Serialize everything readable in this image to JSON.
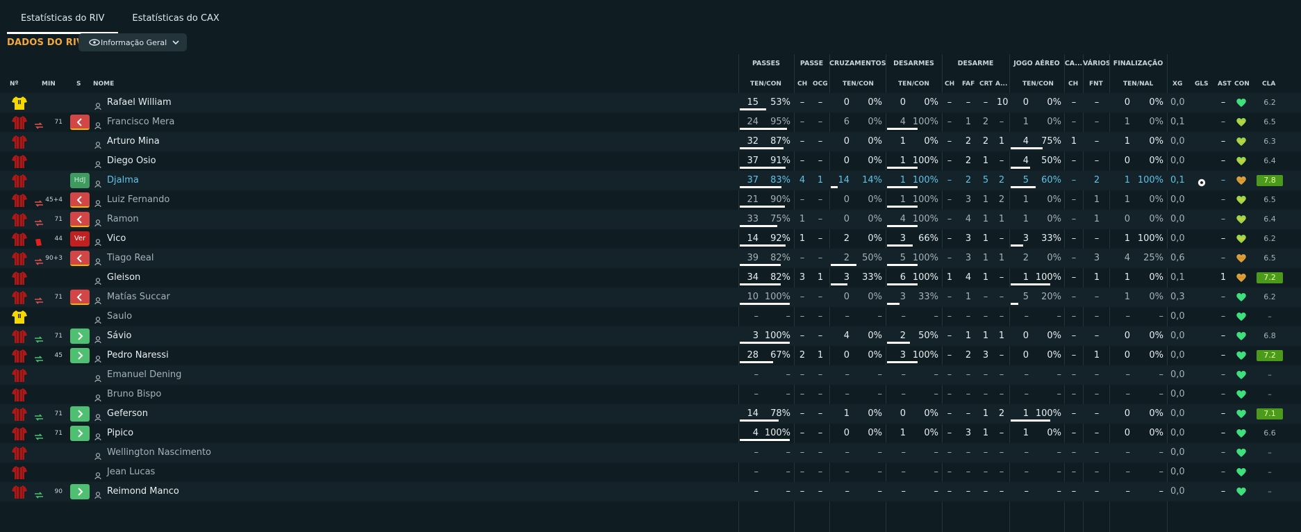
{
  "tabs": [
    {
      "label": "Estatísticas do RIV",
      "active": true
    },
    {
      "label": "Estatísticas do CAX",
      "active": false
    }
  ],
  "section_title": "DADOS DO RIV",
  "view_selector": {
    "label": "Informação Geral"
  },
  "groups": [
    {
      "label": "PASSES",
      "col": "passes"
    },
    {
      "label": "PASSE",
      "col": "passe"
    },
    {
      "label": "CRUZAMENTOS",
      "col": "cruz"
    },
    {
      "label": "DESARMES",
      "col": "desarmes"
    },
    {
      "label": "DESARME",
      "col": "desarme"
    },
    {
      "label": "JOGO AÉREO",
      "col": "aereo"
    },
    {
      "label": "CA...",
      "col": "ca"
    },
    {
      "label": "VÁRIOS",
      "col": "varios"
    },
    {
      "label": "FINALIZAÇÃO",
      "col": "final"
    }
  ],
  "columns": {
    "no": "Nº",
    "min": "MIN",
    "s": "S",
    "nome": "NOME",
    "passes": "TEN/CON",
    "passe_ch": "CH",
    "passe_ocg": "OCG",
    "cruz": "TEN/CON",
    "desarmes": "TEN/CON",
    "des_ch": "CH",
    "des_faf": "FAF",
    "des_crt": "CRT",
    "des_a": "A...",
    "aereo": "TEN/CON",
    "ca_ch": "CH",
    "fnt": "FNT",
    "final": "TEN/NAL",
    "xg": "XG",
    "gls": "GLS",
    "ast": "AST",
    "con": "CON",
    "cla": "CLA"
  },
  "colors": {
    "accent": "#f3a83a",
    "background": "#0f1d23",
    "rating_good": "#4c9a1b",
    "heart": "#3de07a",
    "highlight": "#5fc4e6"
  },
  "players": [
    {
      "name": "Rafael William",
      "kit": "gk",
      "sub": "",
      "minute": "",
      "badge": "",
      "active": true,
      "hl": false,
      "passes": [
        "15",
        "53%"
      ],
      "passes_fill": 0.53,
      "p_ch": "–",
      "p_ocg": "–",
      "cruz": [
        "0",
        "0%"
      ],
      "cruz_fill": 0,
      "des": [
        "0",
        "0%"
      ],
      "des_fill": 0,
      "d_ch": "–",
      "d_faf": "–",
      "d_crt": "–",
      "d_a": "10",
      "aereo": [
        "0",
        "0%"
      ],
      "aereo_fill": 0,
      "ca_ch": "–",
      "fnt": "–",
      "final": [
        "0",
        "0%"
      ],
      "xg": "0,0",
      "gls": "",
      "ast": "–",
      "con": "good",
      "cla": "6.2",
      "cla_good": false
    },
    {
      "name": "Francisco Mera",
      "kit": "field",
      "sub": "out",
      "minute": "71",
      "badge": "out",
      "active": false,
      "hl": false,
      "passes": [
        "24",
        "95%"
      ],
      "passes_fill": 0.95,
      "p_ch": "–",
      "p_ocg": "–",
      "cruz": [
        "6",
        "0%"
      ],
      "cruz_fill": 0,
      "des": [
        "4",
        "100%"
      ],
      "des_fill": 0.6,
      "d_ch": "–",
      "d_faf": "1",
      "d_crt": "2",
      "d_a": "–",
      "aereo": [
        "1",
        "0%"
      ],
      "aereo_fill": 0,
      "ca_ch": "–",
      "fnt": "–",
      "final": [
        "1",
        "0%"
      ],
      "xg": "0,1",
      "gls": "",
      "ast": "–",
      "con": "ok",
      "cla": "6.5",
      "cla_good": false
    },
    {
      "name": "Arturo Mina",
      "kit": "field",
      "sub": "",
      "minute": "",
      "badge": "",
      "active": true,
      "hl": false,
      "passes": [
        "32",
        "87%"
      ],
      "passes_fill": 0.87,
      "p_ch": "–",
      "p_ocg": "–",
      "cruz": [
        "0",
        "0%"
      ],
      "cruz_fill": 0,
      "des": [
        "1",
        "0%"
      ],
      "des_fill": 0,
      "d_ch": "–",
      "d_faf": "2",
      "d_crt": "2",
      "d_a": "1",
      "aereo": [
        "4",
        "75%"
      ],
      "aereo_fill": 0.65,
      "ca_ch": "1",
      "fnt": "–",
      "final": [
        "1",
        "0%"
      ],
      "xg": "0,0",
      "gls": "",
      "ast": "–",
      "con": "ok",
      "cla": "6.3",
      "cla_good": false
    },
    {
      "name": "Diego Osio",
      "kit": "field",
      "sub": "",
      "minute": "",
      "badge": "",
      "active": true,
      "hl": false,
      "passes": [
        "37",
        "91%"
      ],
      "passes_fill": 0.91,
      "p_ch": "–",
      "p_ocg": "–",
      "cruz": [
        "0",
        "0%"
      ],
      "cruz_fill": 0,
      "des": [
        "1",
        "100%"
      ],
      "des_fill": 0.6,
      "d_ch": "–",
      "d_faf": "2",
      "d_crt": "1",
      "d_a": "–",
      "aereo": [
        "4",
        "50%"
      ],
      "aereo_fill": 0.4,
      "ca_ch": "–",
      "fnt": "–",
      "final": [
        "0",
        "0%"
      ],
      "xg": "0,0",
      "gls": "",
      "ast": "–",
      "con": "ok",
      "cla": "6.4",
      "cla_good": false
    },
    {
      "name": "Djalma",
      "kit": "field",
      "sub": "",
      "minute": "",
      "badge": "hdj",
      "active": true,
      "hl": true,
      "passes": [
        "37",
        "83%"
      ],
      "passes_fill": 0.83,
      "p_ch": "4",
      "p_ocg": "1",
      "cruz": [
        "14",
        "14%"
      ],
      "cruz_fill": 0.14,
      "des": [
        "1",
        "100%"
      ],
      "des_fill": 0.6,
      "d_ch": "–",
      "d_faf": "2",
      "d_crt": "5",
      "d_a": "2",
      "aereo": [
        "5",
        "60%"
      ],
      "aereo_fill": 0.5,
      "ca_ch": "–",
      "fnt": "2",
      "final": [
        "1",
        "100%"
      ],
      "xg": "0,1",
      "gls": "ball",
      "ast": "–",
      "con": "mid",
      "cla": "7.8",
      "cla_good": true
    },
    {
      "name": "Luiz Fernando",
      "kit": "field",
      "sub": "out",
      "minute": "45+4",
      "badge": "out",
      "active": false,
      "hl": false,
      "passes": [
        "21",
        "90%"
      ],
      "passes_fill": 0.9,
      "p_ch": "–",
      "p_ocg": "–",
      "cruz": [
        "0",
        "0%"
      ],
      "cruz_fill": 0,
      "des": [
        "1",
        "100%"
      ],
      "des_fill": 0.6,
      "d_ch": "–",
      "d_faf": "3",
      "d_crt": "1",
      "d_a": "2",
      "aereo": [
        "1",
        "0%"
      ],
      "aereo_fill": 0,
      "ca_ch": "–",
      "fnt": "1",
      "final": [
        "1",
        "0%"
      ],
      "xg": "0,0",
      "gls": "",
      "ast": "–",
      "con": "ok",
      "cla": "6.5",
      "cla_good": false
    },
    {
      "name": "Ramon",
      "kit": "field",
      "sub": "out",
      "minute": "71",
      "badge": "out",
      "active": false,
      "hl": false,
      "passes": [
        "33",
        "75%"
      ],
      "passes_fill": 0.75,
      "p_ch": "1",
      "p_ocg": "–",
      "cruz": [
        "0",
        "0%"
      ],
      "cruz_fill": 0,
      "des": [
        "4",
        "100%"
      ],
      "des_fill": 0.6,
      "d_ch": "–",
      "d_faf": "4",
      "d_crt": "1",
      "d_a": "1",
      "aereo": [
        "1",
        "0%"
      ],
      "aereo_fill": 0,
      "ca_ch": "–",
      "fnt": "1",
      "final": [
        "0",
        "0%"
      ],
      "xg": "0,0",
      "gls": "",
      "ast": "–",
      "con": "ok",
      "cla": "6.4",
      "cla_good": false
    },
    {
      "name": "Vico",
      "kit": "field",
      "sub": "card",
      "minute": "44",
      "badge": "red",
      "active": true,
      "hl": false,
      "passes": [
        "14",
        "92%"
      ],
      "passes_fill": 0.92,
      "p_ch": "1",
      "p_ocg": "–",
      "cruz": [
        "2",
        "0%"
      ],
      "cruz_fill": 0,
      "des": [
        "3",
        "66%"
      ],
      "des_fill": 0.5,
      "d_ch": "–",
      "d_faf": "3",
      "d_crt": "1",
      "d_a": "–",
      "aereo": [
        "3",
        "33%"
      ],
      "aereo_fill": 0.25,
      "ca_ch": "–",
      "fnt": "–",
      "final": [
        "1",
        "100%"
      ],
      "xg": "0,0",
      "gls": "",
      "ast": "–",
      "con": "ok",
      "cla": "6.2",
      "cla_good": false
    },
    {
      "name": "Tiago Real",
      "kit": "field",
      "sub": "out",
      "minute": "90+3",
      "badge": "out",
      "active": false,
      "hl": false,
      "passes": [
        "39",
        "82%"
      ],
      "passes_fill": 0.82,
      "p_ch": "–",
      "p_ocg": "–",
      "cruz": [
        "2",
        "50%"
      ],
      "cruz_fill": 0.5,
      "des": [
        "5",
        "100%"
      ],
      "des_fill": 0.6,
      "d_ch": "–",
      "d_faf": "3",
      "d_crt": "1",
      "d_a": "1",
      "aereo": [
        "2",
        "0%"
      ],
      "aereo_fill": 0,
      "ca_ch": "–",
      "fnt": "3",
      "final": [
        "4",
        "25%"
      ],
      "xg": "0,6",
      "gls": "",
      "ast": "–",
      "con": "mid",
      "cla": "6.5",
      "cla_good": false
    },
    {
      "name": "Gleison",
      "kit": "field",
      "sub": "",
      "minute": "",
      "badge": "",
      "active": true,
      "hl": false,
      "passes": [
        "34",
        "82%"
      ],
      "passes_fill": 0.82,
      "p_ch": "3",
      "p_ocg": "1",
      "cruz": [
        "3",
        "33%"
      ],
      "cruz_fill": 0.33,
      "des": [
        "6",
        "100%"
      ],
      "des_fill": 0.6,
      "d_ch": "1",
      "d_faf": "4",
      "d_crt": "1",
      "d_a": "–",
      "aereo": [
        "1",
        "100%"
      ],
      "aereo_fill": 0.8,
      "ca_ch": "–",
      "fnt": "1",
      "final": [
        "1",
        "0%"
      ],
      "xg": "0,1",
      "gls": "",
      "ast": "1",
      "con": "mid",
      "cla": "7.2",
      "cla_good": true
    },
    {
      "name": "Matías Succar",
      "kit": "field",
      "sub": "out",
      "minute": "71",
      "badge": "out",
      "active": false,
      "hl": false,
      "passes": [
        "10",
        "100%"
      ],
      "passes_fill": 1,
      "p_ch": "–",
      "p_ocg": "–",
      "cruz": [
        "0",
        "0%"
      ],
      "cruz_fill": 0,
      "des": [
        "3",
        "33%"
      ],
      "des_fill": 0.25,
      "d_ch": "–",
      "d_faf": "1",
      "d_crt": "–",
      "d_a": "–",
      "aereo": [
        "5",
        "20%"
      ],
      "aereo_fill": 0.15,
      "ca_ch": "–",
      "fnt": "–",
      "final": [
        "1",
        "0%"
      ],
      "xg": "0,3",
      "gls": "",
      "ast": "–",
      "con": "good",
      "cla": "6.2",
      "cla_good": false
    },
    {
      "name": "Saulo",
      "kit": "gk",
      "sub": "",
      "minute": "",
      "badge": "",
      "active": false,
      "hl": false,
      "passes": [
        "–",
        "–"
      ],
      "passes_fill": 0,
      "p_ch": "–",
      "p_ocg": "–",
      "cruz": [
        "–",
        "–"
      ],
      "cruz_fill": 0,
      "des": [
        "–",
        "–"
      ],
      "des_fill": 0,
      "d_ch": "–",
      "d_faf": "–",
      "d_crt": "–",
      "d_a": "–",
      "aereo": [
        "–",
        "–"
      ],
      "aereo_fill": 0,
      "ca_ch": "–",
      "fnt": "–",
      "final": [
        "–",
        "–"
      ],
      "xg": "0,0",
      "gls": "",
      "ast": "–",
      "con": "good",
      "cla": "–",
      "cla_good": false
    },
    {
      "name": "Sávio",
      "kit": "field",
      "sub": "in",
      "minute": "71",
      "badge": "in",
      "active": true,
      "hl": false,
      "passes": [
        "3",
        "100%"
      ],
      "passes_fill": 1,
      "p_ch": "–",
      "p_ocg": "–",
      "cruz": [
        "4",
        "0%"
      ],
      "cruz_fill": 0,
      "des": [
        "2",
        "50%"
      ],
      "des_fill": 0.45,
      "d_ch": "–",
      "d_faf": "1",
      "d_crt": "1",
      "d_a": "1",
      "aereo": [
        "0",
        "0%"
      ],
      "aereo_fill": 0,
      "ca_ch": "–",
      "fnt": "–",
      "final": [
        "0",
        "0%"
      ],
      "xg": "0,0",
      "gls": "",
      "ast": "–",
      "con": "good",
      "cla": "6.8",
      "cla_good": false
    },
    {
      "name": "Pedro Naressi",
      "kit": "field",
      "sub": "in",
      "minute": "45",
      "badge": "in",
      "active": true,
      "hl": false,
      "passes": [
        "28",
        "67%"
      ],
      "passes_fill": 0.67,
      "p_ch": "2",
      "p_ocg": "1",
      "cruz": [
        "0",
        "0%"
      ],
      "cruz_fill": 0,
      "des": [
        "3",
        "100%"
      ],
      "des_fill": 0.6,
      "d_ch": "–",
      "d_faf": "2",
      "d_crt": "3",
      "d_a": "–",
      "aereo": [
        "0",
        "0%"
      ],
      "aereo_fill": 0,
      "ca_ch": "–",
      "fnt": "1",
      "final": [
        "0",
        "0%"
      ],
      "xg": "0,0",
      "gls": "",
      "ast": "–",
      "con": "good",
      "cla": "7.2",
      "cla_good": true
    },
    {
      "name": "Emanuel Dening",
      "kit": "field",
      "sub": "",
      "minute": "",
      "badge": "",
      "active": false,
      "hl": false,
      "passes": [
        "–",
        "–"
      ],
      "passes_fill": 0,
      "p_ch": "–",
      "p_ocg": "–",
      "cruz": [
        "–",
        "–"
      ],
      "cruz_fill": 0,
      "des": [
        "–",
        "–"
      ],
      "des_fill": 0,
      "d_ch": "–",
      "d_faf": "–",
      "d_crt": "–",
      "d_a": "–",
      "aereo": [
        "–",
        "–"
      ],
      "aereo_fill": 0,
      "ca_ch": "–",
      "fnt": "–",
      "final": [
        "–",
        "–"
      ],
      "xg": "0,0",
      "gls": "",
      "ast": "–",
      "con": "good",
      "cla": "–",
      "cla_good": false
    },
    {
      "name": "Bruno Bispo",
      "kit": "field",
      "sub": "",
      "minute": "",
      "badge": "",
      "active": false,
      "hl": false,
      "passes": [
        "–",
        "–"
      ],
      "passes_fill": 0,
      "p_ch": "–",
      "p_ocg": "–",
      "cruz": [
        "–",
        "–"
      ],
      "cruz_fill": 0,
      "des": [
        "–",
        "–"
      ],
      "des_fill": 0,
      "d_ch": "–",
      "d_faf": "–",
      "d_crt": "–",
      "d_a": "–",
      "aereo": [
        "–",
        "–"
      ],
      "aereo_fill": 0,
      "ca_ch": "–",
      "fnt": "–",
      "final": [
        "–",
        "–"
      ],
      "xg": "0,0",
      "gls": "",
      "ast": "–",
      "con": "good",
      "cla": "–",
      "cla_good": false
    },
    {
      "name": "Geferson",
      "kit": "field",
      "sub": "in",
      "minute": "71",
      "badge": "in",
      "active": true,
      "hl": false,
      "passes": [
        "14",
        "78%"
      ],
      "passes_fill": 0.78,
      "p_ch": "–",
      "p_ocg": "–",
      "cruz": [
        "1",
        "0%"
      ],
      "cruz_fill": 0,
      "des": [
        "0",
        "0%"
      ],
      "des_fill": 0,
      "d_ch": "–",
      "d_faf": "–",
      "d_crt": "1",
      "d_a": "2",
      "aereo": [
        "1",
        "100%"
      ],
      "aereo_fill": 0.8,
      "ca_ch": "–",
      "fnt": "–",
      "final": [
        "0",
        "0%"
      ],
      "xg": "0,0",
      "gls": "",
      "ast": "–",
      "con": "good",
      "cla": "7.1",
      "cla_good": true
    },
    {
      "name": "Pipico",
      "kit": "field",
      "sub": "in",
      "minute": "71",
      "badge": "in",
      "active": true,
      "hl": false,
      "passes": [
        "4",
        "100%"
      ],
      "passes_fill": 1,
      "p_ch": "–",
      "p_ocg": "–",
      "cruz": [
        "0",
        "0%"
      ],
      "cruz_fill": 0,
      "des": [
        "1",
        "0%"
      ],
      "des_fill": 0,
      "d_ch": "–",
      "d_faf": "3",
      "d_crt": "1",
      "d_a": "–",
      "aereo": [
        "1",
        "0%"
      ],
      "aereo_fill": 0,
      "ca_ch": "–",
      "fnt": "–",
      "final": [
        "0",
        "0%"
      ],
      "xg": "0,0",
      "gls": "",
      "ast": "–",
      "con": "good",
      "cla": "6.6",
      "cla_good": false
    },
    {
      "name": "Wellington Nascimento",
      "kit": "field",
      "sub": "",
      "minute": "",
      "badge": "",
      "active": false,
      "hl": false,
      "passes": [
        "–",
        "–"
      ],
      "passes_fill": 0,
      "p_ch": "–",
      "p_ocg": "–",
      "cruz": [
        "–",
        "–"
      ],
      "cruz_fill": 0,
      "des": [
        "–",
        "–"
      ],
      "des_fill": 0,
      "d_ch": "–",
      "d_faf": "–",
      "d_crt": "–",
      "d_a": "–",
      "aereo": [
        "–",
        "–"
      ],
      "aereo_fill": 0,
      "ca_ch": "–",
      "fnt": "–",
      "final": [
        "–",
        "–"
      ],
      "xg": "0,0",
      "gls": "",
      "ast": "–",
      "con": "good",
      "cla": "–",
      "cla_good": false
    },
    {
      "name": "Jean Lucas",
      "kit": "field",
      "sub": "",
      "minute": "",
      "badge": "",
      "active": false,
      "hl": false,
      "passes": [
        "–",
        "–"
      ],
      "passes_fill": 0,
      "p_ch": "–",
      "p_ocg": "–",
      "cruz": [
        "–",
        "–"
      ],
      "cruz_fill": 0,
      "des": [
        "–",
        "–"
      ],
      "des_fill": 0,
      "d_ch": "–",
      "d_faf": "–",
      "d_crt": "–",
      "d_a": "–",
      "aereo": [
        "–",
        "–"
      ],
      "aereo_fill": 0,
      "ca_ch": "–",
      "fnt": "–",
      "final": [
        "–",
        "–"
      ],
      "xg": "0,0",
      "gls": "",
      "ast": "–",
      "con": "good",
      "cla": "–",
      "cla_good": false
    },
    {
      "name": "Reimond Manco",
      "kit": "field",
      "sub": "in",
      "minute": "90",
      "badge": "in",
      "active": true,
      "hl": false,
      "passes": [
        "–",
        "–"
      ],
      "passes_fill": 0,
      "p_ch": "–",
      "p_ocg": "–",
      "cruz": [
        "–",
        "–"
      ],
      "cruz_fill": 0,
      "des": [
        "–",
        "–"
      ],
      "des_fill": 0,
      "d_ch": "–",
      "d_faf": "–",
      "d_crt": "–",
      "d_a": "–",
      "aereo": [
        "–",
        "–"
      ],
      "aereo_fill": 0,
      "ca_ch": "–",
      "fnt": "–",
      "final": [
        "–",
        "–"
      ],
      "xg": "0,0",
      "gls": "",
      "ast": "–",
      "con": "good",
      "cla": "–",
      "cla_good": false
    }
  ]
}
